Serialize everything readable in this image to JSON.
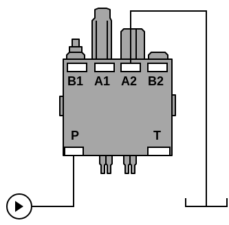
{
  "diagram": {
    "ports": {
      "B1": "B1",
      "A1": "A1",
      "A2": "A2",
      "B2": "B2",
      "P": "P",
      "T": "T"
    },
    "colors": {
      "body_fill": "#a6a6a6",
      "stroke": "#000000",
      "port_fill": "#ffffff",
      "line": "#000000"
    },
    "icons": {
      "pump": "pump-icon",
      "tank": "tank-icon",
      "valve_body": "valve-block"
    }
  }
}
